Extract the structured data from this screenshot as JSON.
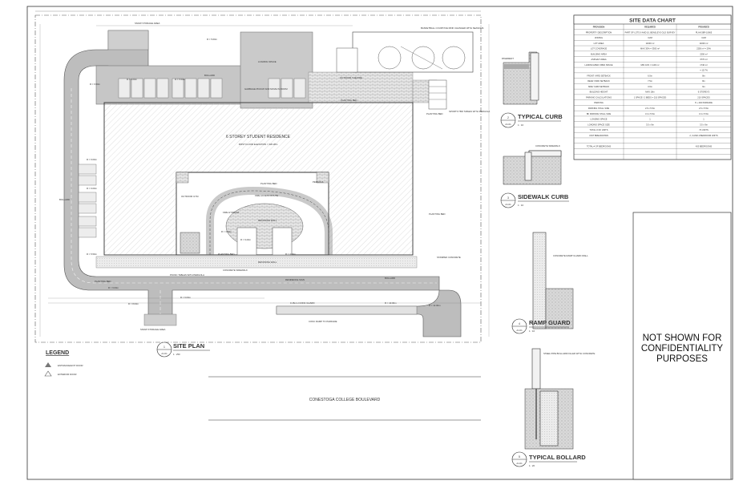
{
  "main_plan": {
    "building_label": "6 STOREY STUDENT RESIDENCE",
    "floor_elevation": "FIRST FLOOR ELEVATION = 326.28m",
    "street_label": "CONESTOGA COLLEGE BOULEVARD",
    "labels": {
      "snow_storage_top": "SNOW STORAGE AREA",
      "snow_storage_bottom": "SNOW STORAGE AREA",
      "loading_space": "LOADING SPACE",
      "bollard_top": "BOLLARD",
      "bollard_left": "BOLLARD",
      "bollard_right": "BOLLARD",
      "garbage_pickup": "GARBAGE PICKUP AND MOVE IN ROOM",
      "basketball": "BASKETBALL COURT/ICE RINK CHANGED WITH SEASONS",
      "outdoor_theatre": "OUTDOOR THEATRE",
      "planting_bed_1": "PLANTING BED",
      "planting_bed_2": "PLANTING BED",
      "planting_bed_3": "PLANTING BED",
      "planting_bed_4": "PLANTING BED",
      "planting_bed_5": "PLANTING BED",
      "planting_bed_6": "PLANTING BED",
      "sports_tables": "SPORTS TBD TABLES WITH PERGOLA",
      "fire_access": "FIRE ACCESS ROUTE",
      "fire_hydrant": "FIRE HYDRANT",
      "retaining_wall_1": "RETAINING WALL",
      "retaining_wall_2": "RETAINING WALL",
      "pergola": "PERGOLA",
      "outdoor_gym": "OUTDOOR GYM",
      "concrete_sidewalk": "CONCRETE SIDEWALK",
      "picnic_tables": "PICNIC TABLES WITH PERGOLA",
      "residence_sign": "RESIDENCE SIGN",
      "stamped_concrete": "STAMPED CONCRETE",
      "curb_guard": "0.15m H CONC GUARD",
      "ramp_to_parkade": "CONC RAMP TO PARKADE"
    },
    "radii": [
      "R = 5.60m",
      "R = 6.50m",
      "R = 6.00m",
      "R = 5.50m",
      "R = 6.00m",
      "R = 6.00m",
      "R = 5.50m",
      "R = 6.00m",
      "R = 3.00m",
      "R = 4.00m",
      "R = 10.00m",
      "R = 12.00m",
      "R = 9.20m",
      "R = 8.00m",
      "R = 6.00m"
    ]
  },
  "legend": {
    "title": "LEGEND",
    "items": [
      {
        "symbol": "filled-triangle",
        "label": "ENTRANCE/EXIT DOOR"
      },
      {
        "symbol": "outline-triangle",
        "label": "EXTERIOR DOOR"
      }
    ]
  },
  "details": [
    {
      "number": "1",
      "sheet": "A1.01",
      "title": "SITE PLAN",
      "scale": "1 : 250"
    },
    {
      "number": "2",
      "sheet": "A1.01",
      "title": "TYPICAL CURB",
      "scale": "1 : 10"
    },
    {
      "number": "3",
      "sheet": "A1.01",
      "title": "SIDEWALK CURB",
      "scale": "1 : 10"
    },
    {
      "number": "4",
      "sheet": "A1.01",
      "title": "RAMP GUARD",
      "scale": "1 : 10"
    },
    {
      "number": "5",
      "sheet": "A1.01",
      "title": "TYPICAL BOLLARD",
      "scale": "1 : 20"
    }
  ],
  "detail_notes": {
    "curb_pavement": "PAVEMENT",
    "sidewalk_concrete": "CONCRETE SIDEWALK",
    "ramp_note": "CONCRETE RAMP GUARD WALL",
    "bollard_note": "STEEL PIPE BOLLARD FILLED WITH CONCRETE"
  },
  "site_data_chart": {
    "title": "SITE DATA CHART",
    "headers": [
      "PROVISION",
      "REQUIRED",
      "PROVIDED"
    ],
    "rows": [
      [
        "PROPERTY DESCRIPTION",
        "PART OF LOTS 6 AND 10, BEASLEYS OLD SURVEY",
        "PLAN 58R-10665"
      ],
      [
        "ZONING",
        "C2M",
        "C2M"
      ],
      [
        "LOT AREA",
        "11000 m²",
        "11000 m²"
      ],
      [
        "LOT COVERAGE",
        "MAX 30% = 3300 m²",
        "2250 m² = 20%"
      ],
      [
        "BUILDING AREA",
        "",
        "2250 m²"
      ],
      [
        "ASPHALT AREA",
        "",
        "3770 m²"
      ],
      [
        "LANDSCAPED OPEN SPACE",
        "MIN 10% = 1100 m²",
        "1740 m²"
      ],
      [
        "",
        "",
        "= 15.7%"
      ],
      [
        "FRONT YARD SETBACK",
        "6.0m",
        "8m"
      ],
      [
        "REAR YARD SETBACK",
        "7.5m",
        "8m"
      ],
      [
        "SIDE YARD SETBACK",
        "3.0m",
        "6m"
      ],
      [
        "BUILDING HEIGHT",
        "MAX 18m",
        "6 STOREYS"
      ],
      [
        "PARKING CALCULATIONS",
        "1 SPACE / 2 BEDS = 210 SPACES",
        "210 SPACES"
      ],
      [
        "PARKING",
        "",
        "8 + 202 PARKADE"
      ],
      [
        "PARKING STALL SIZE",
        "2.6 x 5.5m",
        "2.6 x 5.5m"
      ],
      [
        "BF PARKING STALL SIZE",
        "3.4 x 5.5m",
        "3.4 x 5.5m"
      ],
      [
        "LOADING SPACE",
        "1",
        "1"
      ],
      [
        "LOADING SPACE SIZE",
        "3.5 x 9m",
        "3.5 x 9m"
      ],
      [
        "TOTAL # OF UNITS",
        "",
        "70 UNITS"
      ],
      [
        "UNIT BREAKDOWN",
        "",
        "2, 3 AND 4 BEDROOM UNITS"
      ],
      [
        "",
        "",
        ""
      ],
      [
        "TOTAL # OF BEDROOMS",
        "",
        "420 BEDROOMS"
      ],
      [
        "",
        "",
        ""
      ],
      [
        "",
        "",
        ""
      ]
    ]
  },
  "confidential_note": [
    "NOT SHOWN FOR",
    "CONFIDENTIALITY",
    "PURPOSES"
  ]
}
